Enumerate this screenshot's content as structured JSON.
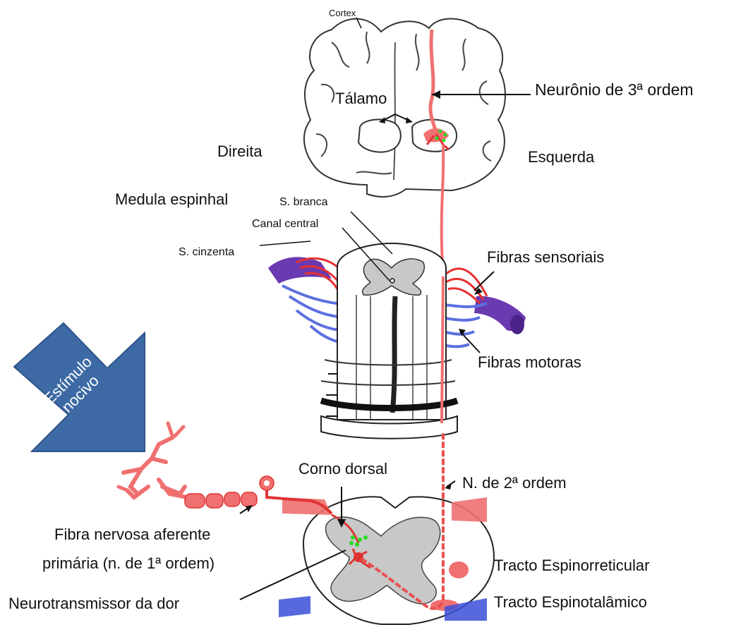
{
  "labels": {
    "cortex": "Cortex",
    "talamo": "Tálamo",
    "neuronio3": "Neurônio de 3ª ordem",
    "direita": "Direita",
    "esquerda": "Esquerda",
    "medula": "Medula espinhal",
    "sbranca": "S. branca",
    "canal": "Canal central",
    "scinzenta": "S. cinzenta",
    "fibras_sensoriais": "Fibras sensoriais",
    "fibras_motoras": "Fibras motoras",
    "estimulo_l1": "Estímulo",
    "estimulo_l2": "nocivo",
    "corno_dorsal": "Corno dorsal",
    "n2": "N. de 2ª ordem",
    "fibra_l1": "Fibra nervosa aferente",
    "fibra_l2": "primária (n. de 1ª ordem)",
    "neurotransmissor": "Neurotransmissor da dor",
    "espinorreticular": "Tracto Espinorreticular",
    "espinotalamico": "Tracto Espinotalâmico"
  },
  "colors": {
    "neuron": "#f07070",
    "neuron_dark": "#e03434",
    "neurotransmitter": "#22dd22",
    "gray_matter": "#c8c8c8",
    "motor_fiber": "#5c6fe0",
    "sensory_fiber": "#e83030",
    "nerve_root": "#6a3ab0",
    "arrow_fill": "#3d6aa5"
  }
}
